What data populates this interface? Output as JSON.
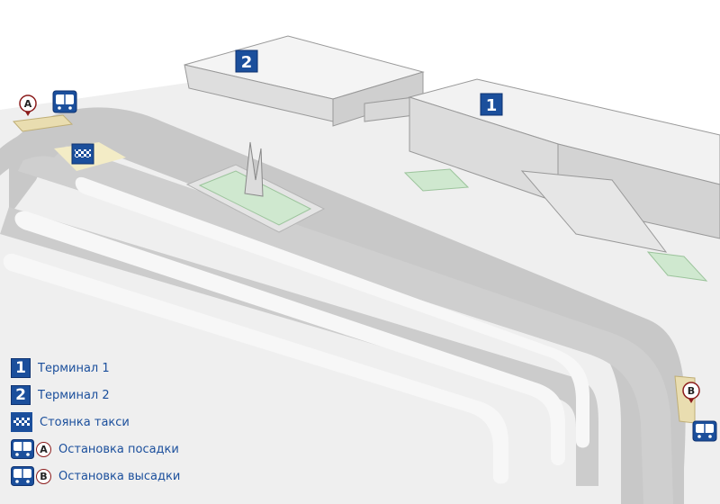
{
  "map": {
    "terminal_markers": [
      {
        "number": "1"
      },
      {
        "number": "2"
      }
    ],
    "bus_stop_markers": [
      {
        "letter": "A"
      },
      {
        "letter": "B"
      }
    ],
    "road_color": "#c8c8c8",
    "building_color": "#eeeeee",
    "badge_color": "#1b4f9c",
    "grass_color": "#cfe8cf"
  },
  "legend": {
    "items": [
      {
        "icon": "terminal-number-icon",
        "badge": "1",
        "label": "Терминал 1"
      },
      {
        "icon": "terminal-number-icon",
        "badge": "2",
        "label": "Терминал 2"
      },
      {
        "icon": "taxi-checker-icon",
        "label": "Стоянка такси"
      },
      {
        "icon": "bus-icon",
        "letter": "A",
        "label": "Остановка посадки"
      },
      {
        "icon": "bus-icon",
        "letter": "B",
        "label": "Остановка высадки"
      }
    ]
  }
}
